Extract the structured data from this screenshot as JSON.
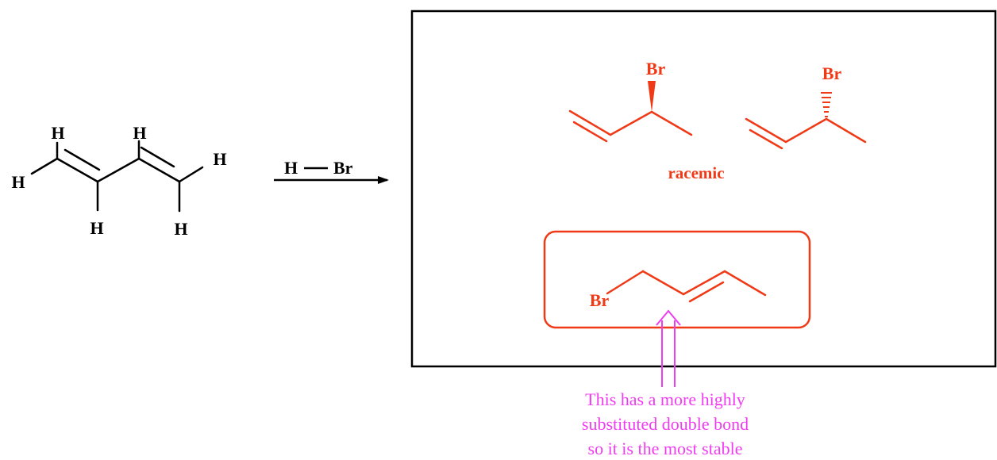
{
  "reactant": {
    "atoms": {
      "h1": "H",
      "h2": "H",
      "h3": "H",
      "h4": "H",
      "h5": "H",
      "h6": "H"
    }
  },
  "reagent": {
    "left": "H",
    "right": "Br"
  },
  "products": {
    "product1": {
      "substituent": "Br"
    },
    "product2": {
      "substituent": "Br"
    },
    "stereo_label": "racemic",
    "product3": {
      "substituent": "Br"
    }
  },
  "annotation": {
    "lines": [
      "This has a more highly",
      "substituted double bond",
      "so it is the most stable"
    ]
  },
  "colors": {
    "structure": "#000000",
    "product": "#f03a17",
    "annotation": "#f03cf0"
  }
}
